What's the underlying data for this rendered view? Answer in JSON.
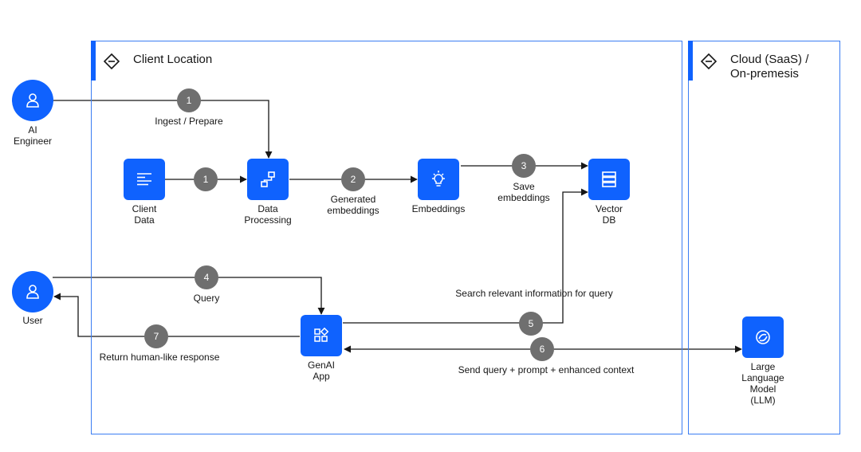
{
  "zones": {
    "client": {
      "title": "Client Location",
      "icon": "diamond-location-icon"
    },
    "cloud": {
      "title": "Cloud (SaaS) /\nOn-premesis",
      "icon": "diamond-location-icon"
    }
  },
  "nodes": {
    "ai_engineer": {
      "label": "AI\nEngineer",
      "icon": "user-icon"
    },
    "user": {
      "label": "User",
      "icon": "user-icon"
    },
    "client_data": {
      "label": "Client\nData",
      "icon": "document-lines-icon"
    },
    "data_processing": {
      "label": "Data\nProcessing",
      "icon": "flow-icon"
    },
    "embeddings": {
      "label": "Embeddings",
      "icon": "lightbulb-icon"
    },
    "vector_db": {
      "label": "Vector\nDB",
      "icon": "database-icon"
    },
    "genai_app": {
      "label": "GenAI\nApp",
      "icon": "app-grid-icon"
    },
    "llm": {
      "label": "Large\nLanguage\nModel\n(LLM)",
      "icon": "model-swirl-icon"
    }
  },
  "steps": [
    {
      "id": "s1a",
      "number": "1",
      "label": "Ingest / Prepare"
    },
    {
      "id": "s1b",
      "number": "1",
      "label": ""
    },
    {
      "id": "s2",
      "number": "2",
      "label": "Generated\nembeddings"
    },
    {
      "id": "s3",
      "number": "3",
      "label": "Save\nembeddings"
    },
    {
      "id": "s4",
      "number": "4",
      "label": "Query"
    },
    {
      "id": "s5",
      "number": "5",
      "label": "Search relevant information for query"
    },
    {
      "id": "s6",
      "number": "6",
      "label": "Send query + prompt + enhanced context"
    },
    {
      "id": "s7",
      "number": "7",
      "label": "Return human-like response"
    }
  ],
  "colors": {
    "primary": "#0f62fe",
    "zone_border": "#3b7df3",
    "step_badge": "#6f6f6f",
    "line": "#161616",
    "text": "#161616"
  }
}
